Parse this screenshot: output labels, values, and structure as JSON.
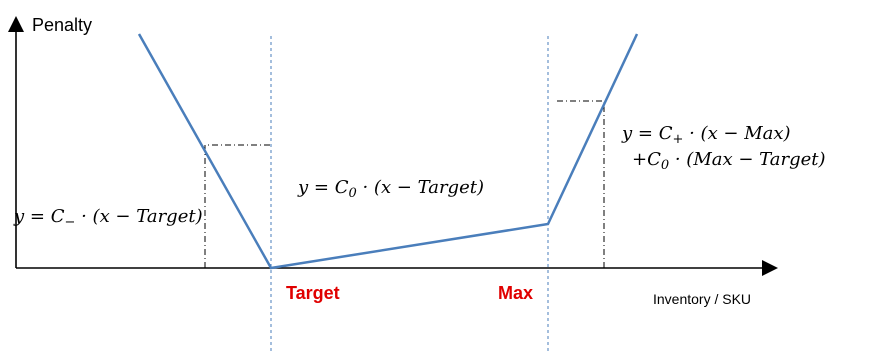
{
  "colors": {
    "axis": "#000000",
    "curve": "#4a7ebb",
    "guide": "#4a7ebb",
    "dash_dot": "#000000",
    "marker_label": "#e00000"
  },
  "axes": {
    "y_label": "Penalty",
    "x_label": "Inventory / SKU"
  },
  "markers": {
    "target": "Target",
    "max": "Max"
  },
  "formulas": {
    "left": {
      "lhs": "y = C",
      "sub": "−",
      "rhs": " · (x − Target)"
    },
    "middle": {
      "lhs": "y = C",
      "sub": "0",
      "rhs": " · (x − Target)"
    },
    "right_line1": {
      "lhs": "y = C",
      "sub": "+",
      "rhs": " · (x − Max)"
    },
    "right_line2": {
      "lhs": "+C",
      "sub": "0",
      "rhs": " · (Max − Target)"
    }
  }
}
